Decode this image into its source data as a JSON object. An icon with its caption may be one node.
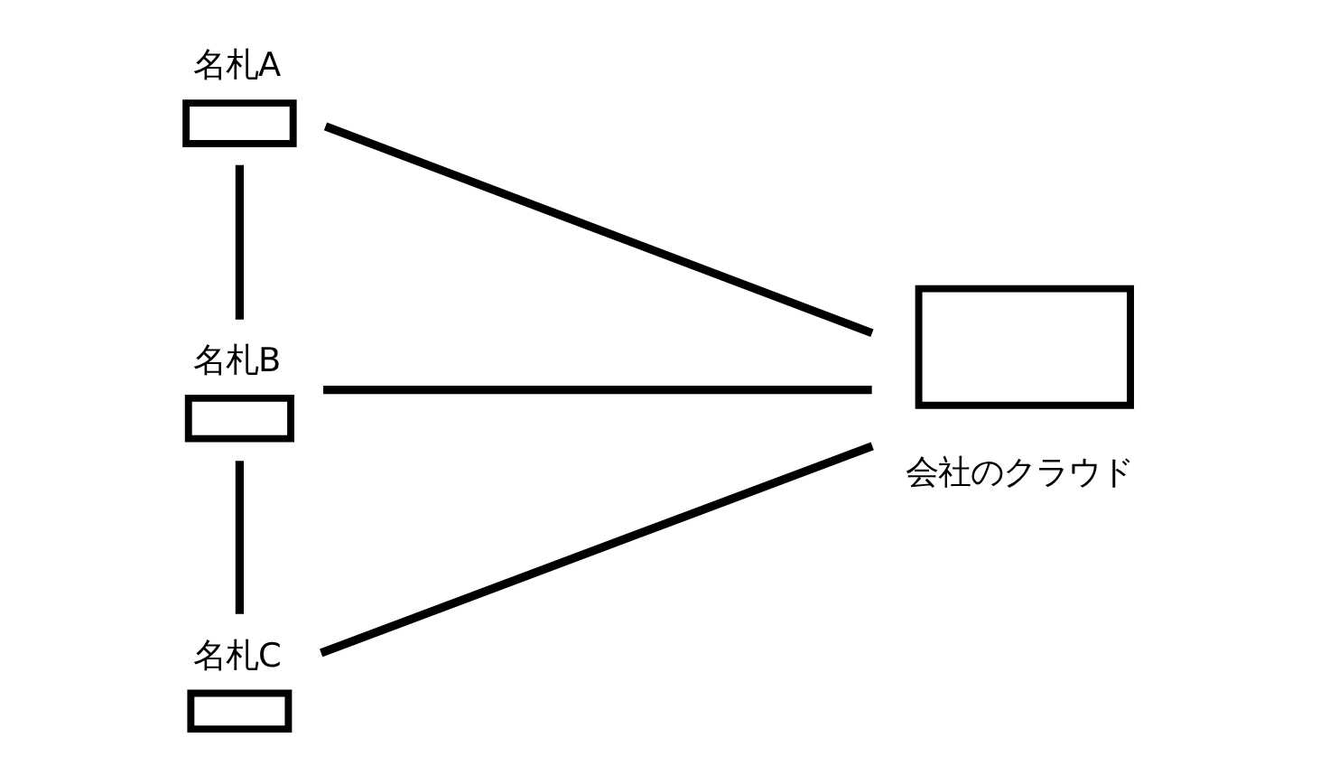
{
  "diagram": {
    "nodes": [
      {
        "text": [
          "名札A"
        ]
      },
      {
        "text": [
          "名札B"
        ]
      },
      {
        "text": [
          "名札C"
        ]
      },
      {
        "text": [
          "会社のクラウド"
        ]
      }
    ],
    "edges": [
      {
        "from": 0,
        "to": 1,
        "arrow": "none"
      },
      {
        "from": 1,
        "to": 2,
        "arrow": "none"
      },
      {
        "from": 0,
        "to": 3,
        "arrow": "none"
      },
      {
        "from": 1,
        "to": 3,
        "arrow": "none"
      },
      {
        "from": 2,
        "to": 3,
        "arrow": "none"
      }
    ]
  }
}
